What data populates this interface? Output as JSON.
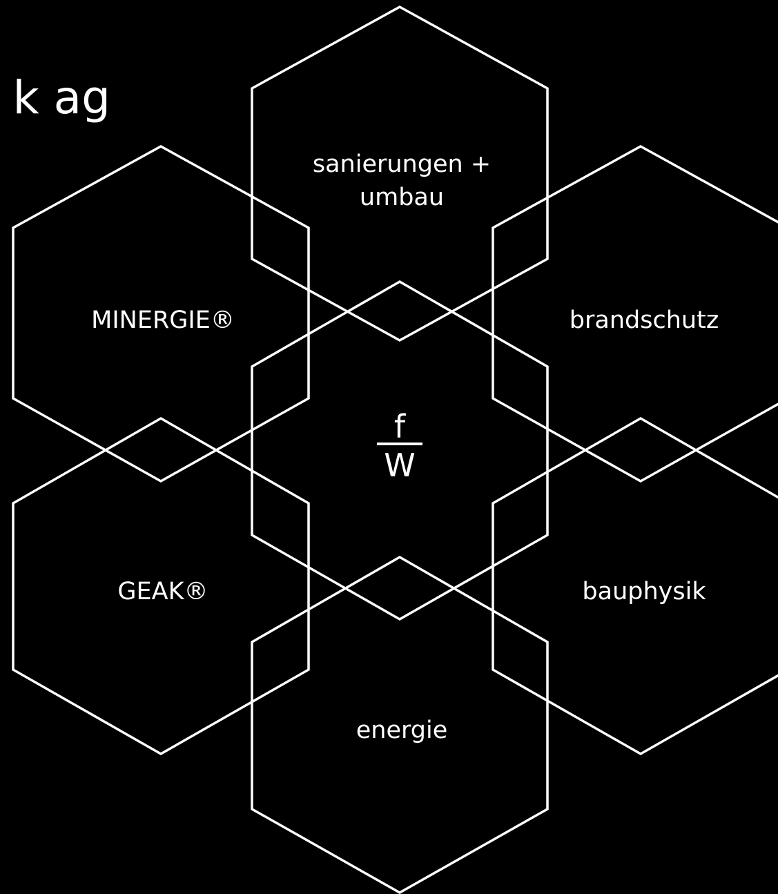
{
  "company_name": "k ag",
  "colors": {
    "background": "#000000",
    "foreground": "#ffffff"
  },
  "logo": {
    "numerator": "f",
    "denominator": "W"
  },
  "services": {
    "top": "sanierungen +\numbau",
    "upper_left": "MINERGIE®",
    "upper_right": "brandschutz",
    "lower_left": "GEAK®",
    "lower_right": "bauphysik",
    "bottom": "energie"
  }
}
